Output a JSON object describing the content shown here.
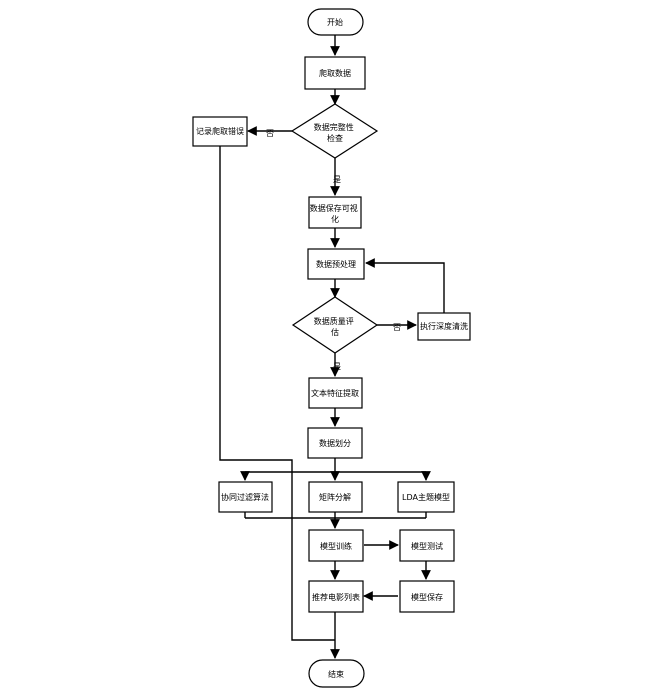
{
  "nodes": {
    "start": "开始",
    "crawl": "爬取数据",
    "check": [
      "数据完整性",
      "检查"
    ],
    "log_error": "记录爬取错误",
    "visualize": [
      "数据保存可视",
      "化"
    ],
    "preprocess": "数据预处理",
    "quality": [
      "数据质量评",
      "估"
    ],
    "deep_clean": "执行深度清洗",
    "features": "文本特征提取",
    "split": "数据划分",
    "cf": "协同过滤算法",
    "mf": "矩阵分解",
    "lda": "LDA主题模型",
    "train": "模型训练",
    "test": "模型测试",
    "recommend": "推荐电影列表",
    "save_model": "模型保存",
    "end": "结束"
  },
  "edge_labels": {
    "check_no": "否",
    "check_yes": "是",
    "quality_no": "否",
    "quality_yes": "是"
  }
}
